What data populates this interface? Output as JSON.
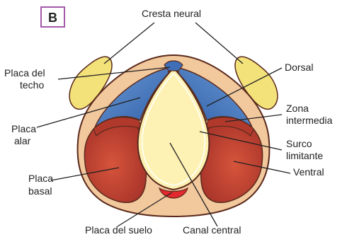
{
  "figure": {
    "panel_letter": "B",
    "labels": {
      "neural_crest": "Cresta neural",
      "roof_plate_1": "Placa del",
      "roof_plate_2": "techo",
      "alar_plate_1": "Placa",
      "alar_plate_2": "alar",
      "basal_plate_1": "Placa",
      "basal_plate_2": "basal",
      "floor_plate": "Placa del suelo",
      "central_canal": "Canal central",
      "dorsal": "Dorsal",
      "intermediate_zone_1": "Zona",
      "intermediate_zone_2": "intermedia",
      "sulcus_limitans_1": "Surco",
      "sulcus_limitans_2": "limitante",
      "ventral": "Ventral"
    },
    "colors": {
      "panel_border": "#a35aa8",
      "panel_letter": "#a35aa8",
      "outer_tissue": "#f2c89d",
      "outline": "#5a2a1c",
      "crest": "#f3e27a",
      "alar_blue": "#3f6fb8",
      "intermediate_red": "#b1392c",
      "basal_red": "#c24a33",
      "canal_yellow": "#fdf2b3",
      "floor_red": "#e3282e",
      "leader_line": "#222222"
    }
  }
}
